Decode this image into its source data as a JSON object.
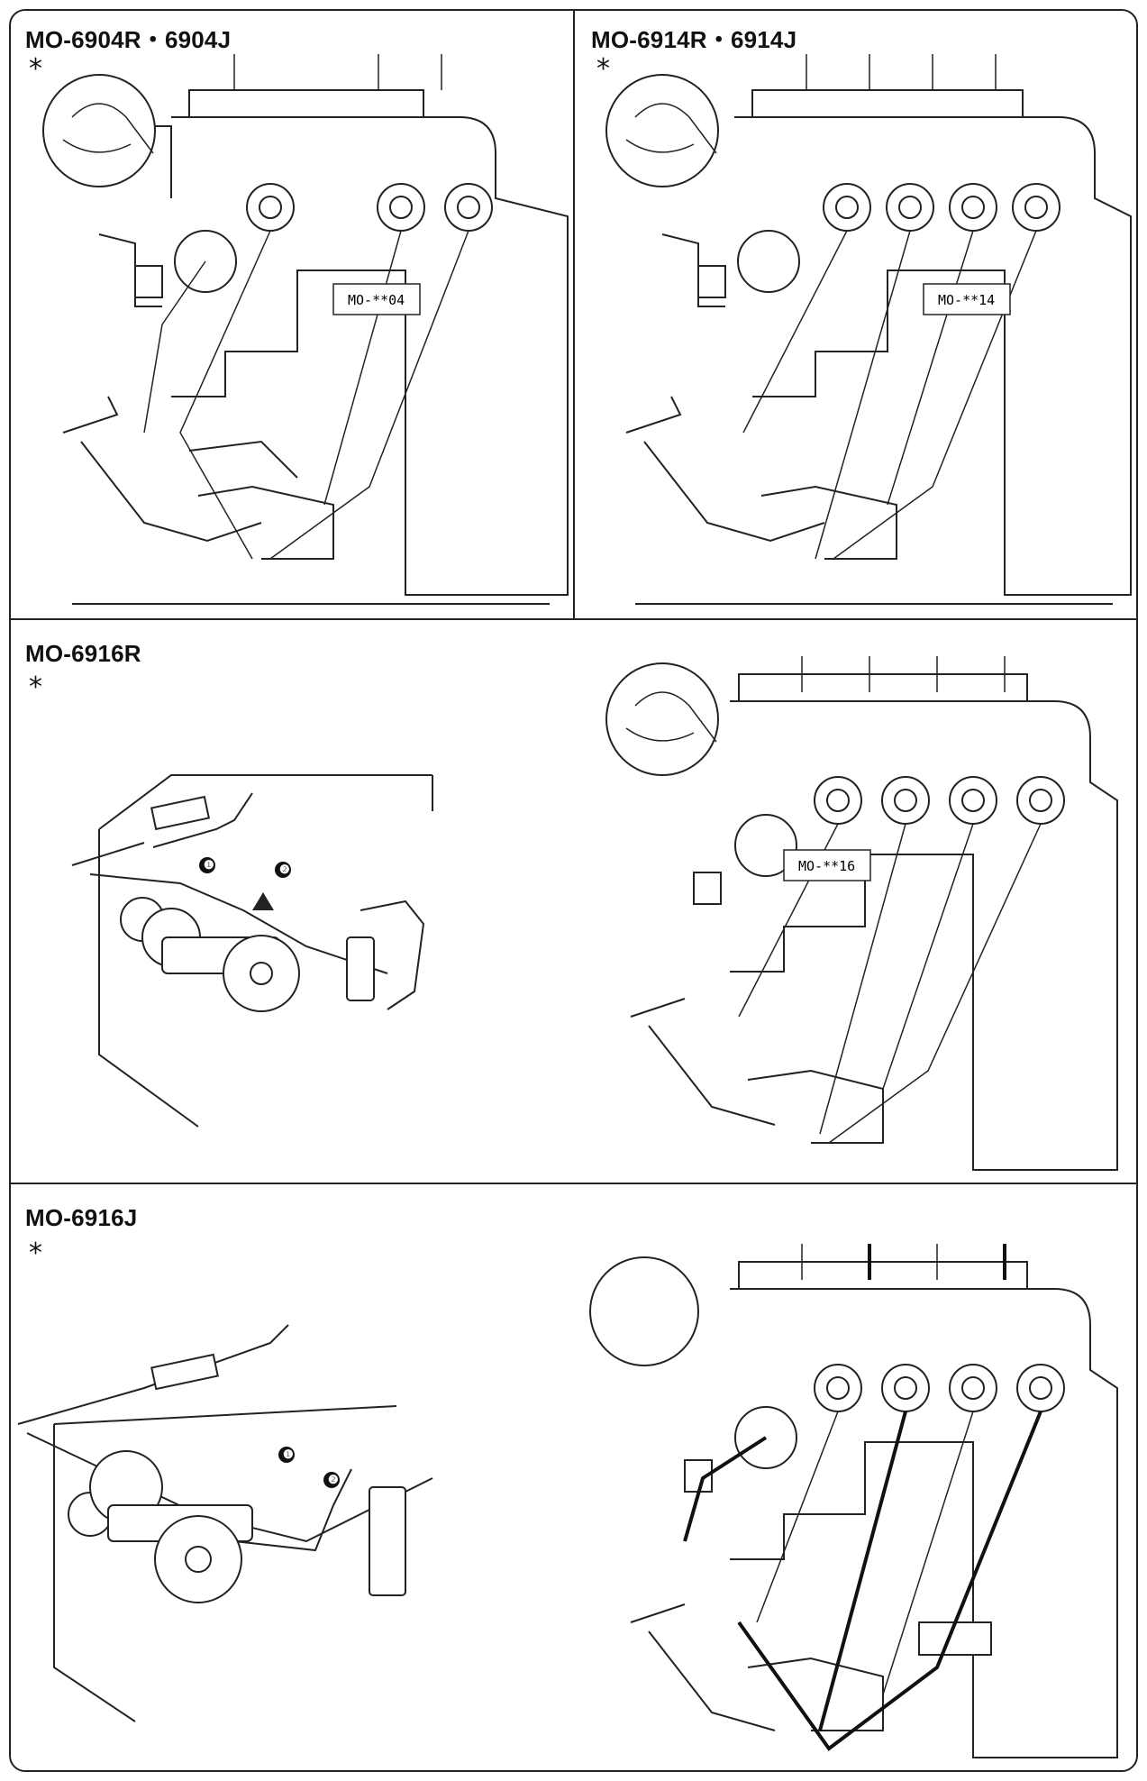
{
  "panels": [
    {
      "title": "MO-6904R・6904J",
      "mark": "*",
      "plate_label": "MO-**04"
    },
    {
      "title": "MO-6914R・6914J",
      "mark": "*",
      "plate_label": "MO-**14"
    },
    {
      "title": "MO-6916R",
      "mark": "*",
      "plate_label": "MO-**16",
      "callouts": [
        "❶",
        "❷"
      ]
    },
    {
      "title": "MO-6916J",
      "mark": "*",
      "callouts": [
        "❶",
        "❷"
      ]
    }
  ]
}
